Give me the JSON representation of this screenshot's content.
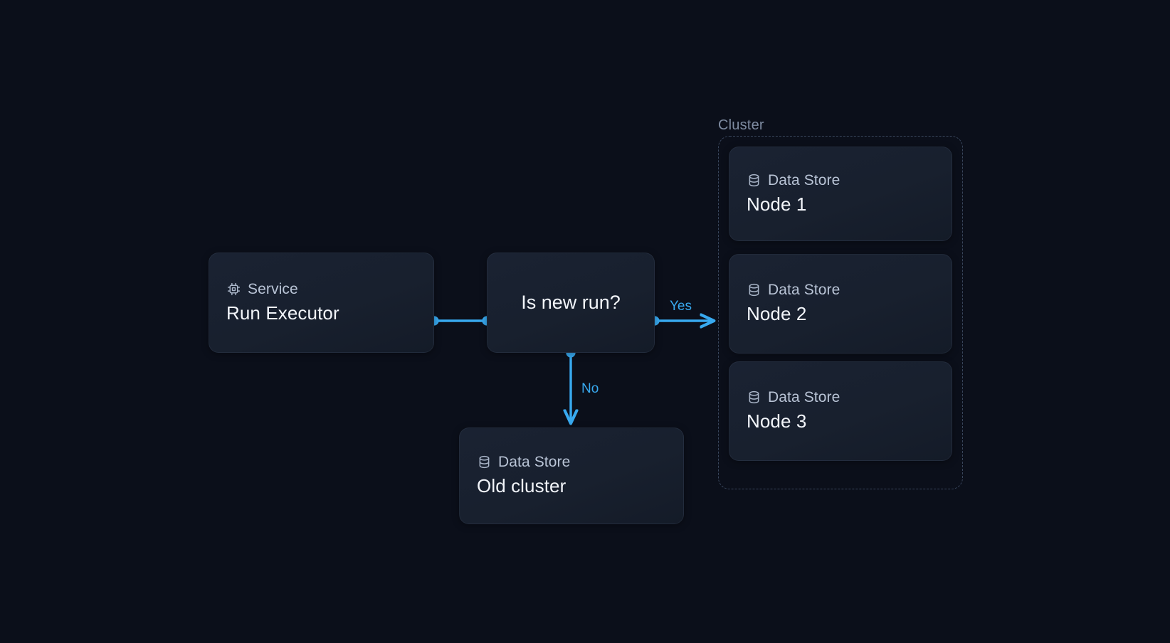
{
  "diagram": {
    "background_color": "#0b0f1a",
    "accent_color": "#38a9ef",
    "node_fill": "#1a2232",
    "cluster_border_color": "#39465c"
  },
  "cluster": {
    "label": "Cluster"
  },
  "nodes": {
    "service": {
      "kind": "Service",
      "title": "Run Executor",
      "icon": "cpu-chip-icon"
    },
    "decision": {
      "label": "Is new run?"
    },
    "old_cluster": {
      "kind": "Data Store",
      "title": "Old cluster",
      "icon": "database-icon"
    },
    "node1": {
      "kind": "Data Store",
      "title": "Node 1",
      "icon": "database-icon"
    },
    "node2": {
      "kind": "Data Store",
      "title": "Node 2",
      "icon": "database-icon"
    },
    "node3": {
      "kind": "Data Store",
      "title": "Node 3",
      "icon": "database-icon"
    }
  },
  "edges": {
    "service_to_decision": {
      "label": ""
    },
    "decision_to_cluster": {
      "label": "Yes"
    },
    "decision_to_old": {
      "label": "No"
    }
  }
}
